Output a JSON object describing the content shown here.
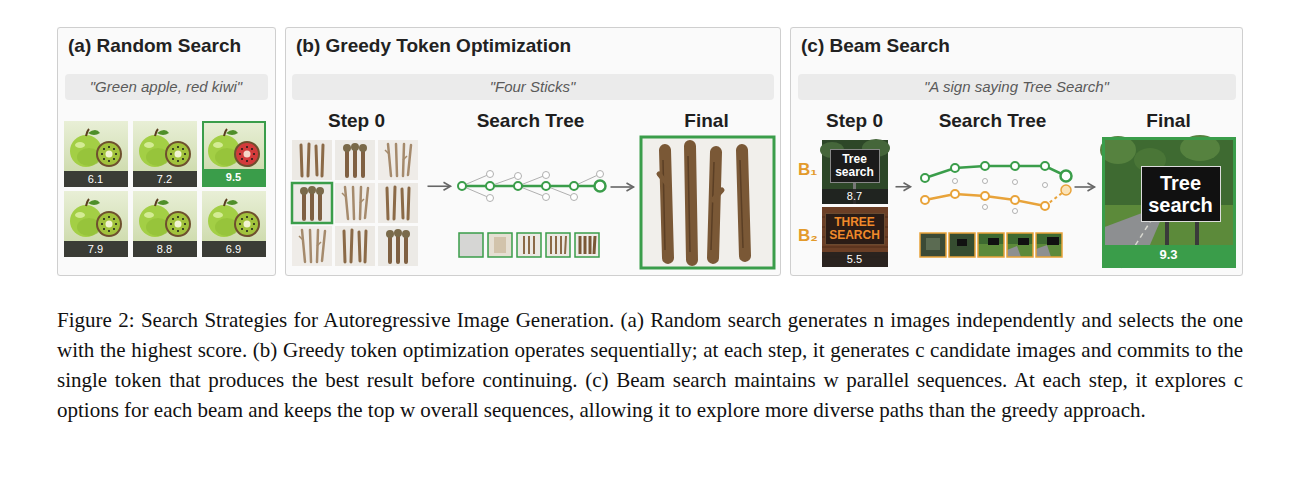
{
  "diagram": {
    "caption": "Figure 2: Search Strategies for Autoregressive Image Generation. (a) Random search generates n images independently and selects the one with the highest score. (b) Greedy token optimization operates sequentially; at each step, it generates c candidate images and commits to the single token that produces the best result before continuing. (c) Beam search maintains w parallel sequences. At each step, it explores c options for each beam and keeps the top w overall sequences, allowing it to explore more diverse paths than the greedy approach.",
    "nodes": [
      {
        "text": [
          "(a) Random Search"
        ]
      },
      {
        "text": [
          "\"Green apple, red kiwi\""
        ],
        "in": 0
      },
      {
        "text": [
          "6.1"
        ],
        "in": 0
      },
      {
        "text": [
          "7.2"
        ],
        "in": 0
      },
      {
        "text": [
          "9.5"
        ],
        "in": 0
      },
      {
        "text": [
          "7.9"
        ],
        "in": 0
      },
      {
        "text": [
          "8.8"
        ],
        "in": 0
      },
      {
        "text": [
          "6.9"
        ],
        "in": 0
      },
      {
        "text": [
          "(b) Greedy Token Optimization"
        ]
      },
      {
        "text": [
          "\"Four Sticks\""
        ],
        "in": 8
      },
      {
        "text": [
          "Step 0"
        ],
        "in": 8
      },
      {
        "text": [
          "Search Tree"
        ],
        "in": 8
      },
      {
        "text": [
          "Final"
        ],
        "in": 8
      },
      {
        "text": [
          "(c) Beam Search"
        ]
      },
      {
        "text": [
          "\"A sign saying Tree Search\""
        ],
        "in": 13
      },
      {
        "text": [
          "Step 0"
        ],
        "in": 13
      },
      {
        "text": [
          "Tree search",
          "8.7"
        ],
        "in": 15
      },
      {
        "text": [
          "THREE SEARCH",
          "5.5"
        ],
        "in": 15
      },
      {
        "text": [
          "Search Tree"
        ],
        "in": 13
      },
      {
        "text": [
          "Final"
        ],
        "in": 13
      },
      {
        "text": [
          "Tree search",
          "9.3"
        ],
        "in": 19
      }
    ],
    "edges": [
      {
        "from": 10,
        "to": 11,
        "arrow": "to"
      },
      {
        "from": 11,
        "to": 12,
        "arrow": "to"
      },
      {
        "from": 15,
        "to": 18,
        "arrow": "to"
      },
      {
        "from": 18,
        "to": 19,
        "arrow": "to"
      }
    ],
    "labels": [
      "B₁",
      "B₂"
    ]
  }
}
